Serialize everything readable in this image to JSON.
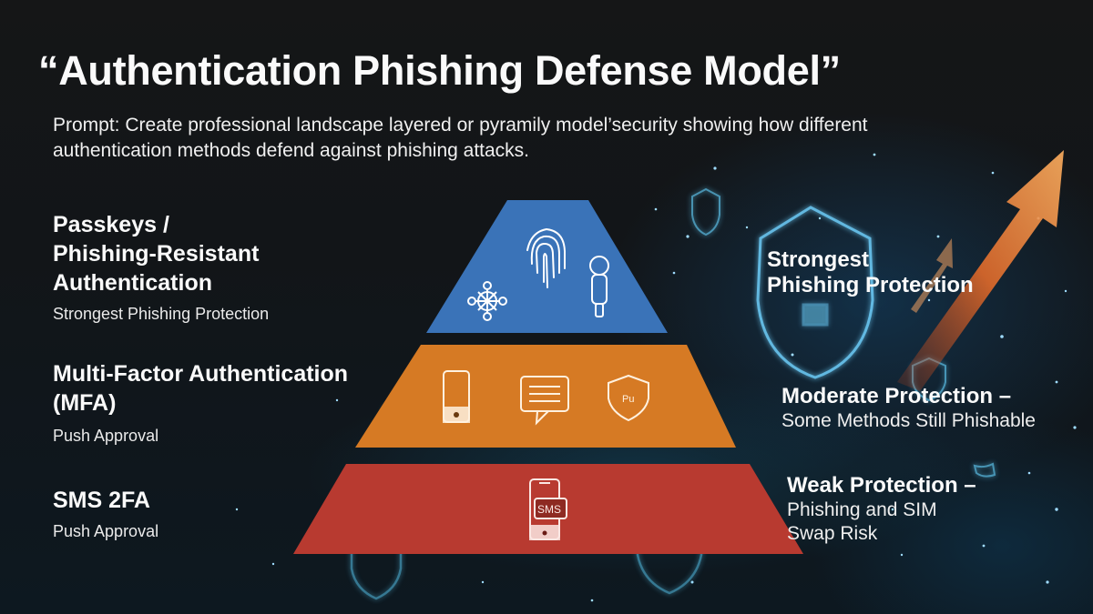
{
  "header": {
    "title": "“Authentication Phishing Defense Model”",
    "prompt": "Prompt: Create professional landscape layered or pyramily model’security showing how different authentication methods defend against phishing attacks."
  },
  "tiers": [
    {
      "id": "passkeys",
      "left_heading_lines": [
        "Passkeys /",
        "Phishing-Resistant",
        "Authentication"
      ],
      "left_sub": "Strongest Phishing Protection",
      "right_heading_lines": [
        "Strongest",
        "Phishing Protection"
      ],
      "right_sub": "",
      "color": "#3a73b8",
      "icons": [
        "biometric-network-icon",
        "fingerprint-icon",
        "security-key-icon"
      ]
    },
    {
      "id": "mfa",
      "left_heading_lines": [
        "Multi-Factor Authentication",
        "(MFA)"
      ],
      "left_sub": "Push Approval",
      "right_heading_lines": [
        "Moderate Protection –"
      ],
      "right_sub": "Some Methods Still Phishable",
      "color": "#d67a24",
      "icons": [
        "smartphone-icon",
        "message-icon",
        "shield-badge-icon"
      ],
      "shield_badge_text": "Pu"
    },
    {
      "id": "sms",
      "left_heading_lines": [
        "SMS 2FA"
      ],
      "left_sub": "Push Approval",
      "right_heading_lines": [
        "Weak Protection –"
      ],
      "right_sub_lines": [
        "Phishing and SIM",
        "Swap Risk"
      ],
      "color": "#b83a30",
      "icons": [
        "sms-phone-icon"
      ],
      "sms_text": "SMS"
    }
  ],
  "colors": {
    "tier_blue": "#3a73b8",
    "tier_orange": "#d67a24",
    "tier_red": "#b83a30",
    "glow_cyan": "#58c8f0",
    "arrow_orange": "#f0903a"
  }
}
